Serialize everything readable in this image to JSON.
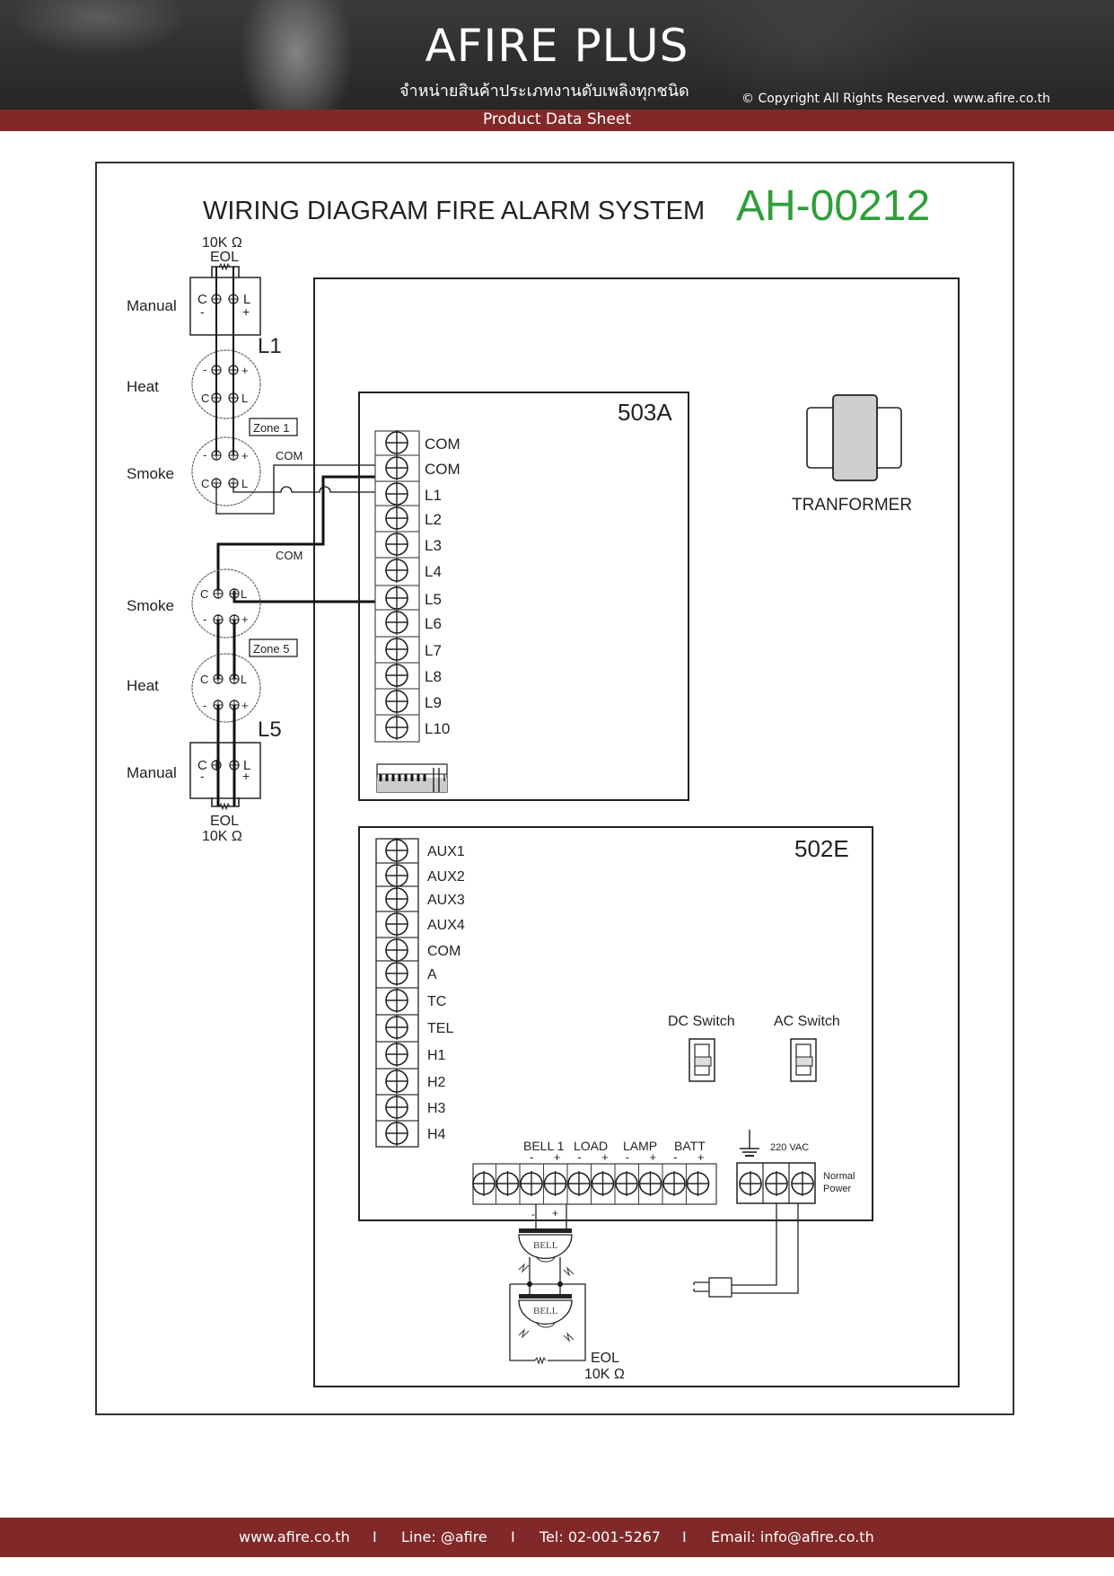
{
  "header": {
    "brand": "AFIRE PLUS",
    "tagline": "จำหน่ายสินค้าประเภทงานดับเพลิงทุกชนิด",
    "copyright": "© Copyright All Rights Reserved. www.afire.co.th",
    "section_label": "Product Data Sheet"
  },
  "diagram": {
    "title": "WIRING DIAGRAM FIRE ALARM SYSTEM",
    "product_code": "AH-00212",
    "product_code_color": "#2e9e3a",
    "zone1": {
      "eol_value": "10K Ω",
      "eol_label": "EOL",
      "loop_label": "L1",
      "zone_label": "Zone 1",
      "com_label": "COM",
      "devices": [
        {
          "name": "Manual",
          "terminals": [
            "C",
            "L"
          ],
          "polarity": [
            "-",
            "+"
          ]
        },
        {
          "name": "Heat",
          "terminals_top": [
            "-",
            "+"
          ],
          "terminals_bottom": [
            "C",
            "L"
          ]
        },
        {
          "name": "Smoke",
          "terminals_top": [
            "-",
            "+"
          ],
          "terminals_bottom": [
            "C",
            "L"
          ]
        }
      ]
    },
    "zone5": {
      "eol_value": "10K Ω",
      "eol_label": "EOL",
      "loop_label": "L5",
      "zone_label": "Zone 5",
      "com_label": "COM",
      "devices": [
        {
          "name": "Smoke",
          "terminals_top": [
            "C",
            "L"
          ],
          "terminals_bottom": [
            "-",
            "+"
          ]
        },
        {
          "name": "Heat",
          "terminals_top": [
            "C",
            "L"
          ],
          "terminals_bottom": [
            "-",
            "+"
          ]
        },
        {
          "name": "Manual",
          "terminals": [
            "C",
            "L"
          ],
          "polarity": [
            "-",
            "+"
          ]
        }
      ]
    },
    "board_503a": {
      "label": "503A",
      "terminals": [
        "COM",
        "COM",
        "L1",
        "L2",
        "L3",
        "L4",
        "L5",
        "L6",
        "L7",
        "L8",
        "L9",
        "L10"
      ]
    },
    "transformer": {
      "label": "TRANFORMER"
    },
    "board_502e": {
      "label": "502E",
      "terminals": [
        "AUX1",
        "AUX2",
        "AUX3",
        "AUX4",
        "COM",
        "A",
        "TC",
        "TEL",
        "H1",
        "H2",
        "H3",
        "H4"
      ],
      "dc_switch": "DC Switch",
      "ac_switch": "AC Switch",
      "output_groups": [
        "BELL 1",
        "LOAD",
        "LAMP",
        "BATT"
      ],
      "output_polarity": [
        "-",
        "+",
        "-",
        "+",
        "-",
        "+",
        "-",
        "+"
      ],
      "power_label": "220 VAC",
      "normal_power": [
        "Normal",
        "Power"
      ],
      "bell_polarity": [
        "-",
        "+"
      ]
    },
    "bell_circuit": {
      "bell_label": "BELL",
      "eol_label": "EOL",
      "eol_value": "10K Ω"
    }
  },
  "footer": {
    "website": "www.afire.co.th",
    "line": "Line: @afire",
    "tel": "Tel: 02-001-5267",
    "email": "Email: info@afire.co.th",
    "separator": "I"
  }
}
